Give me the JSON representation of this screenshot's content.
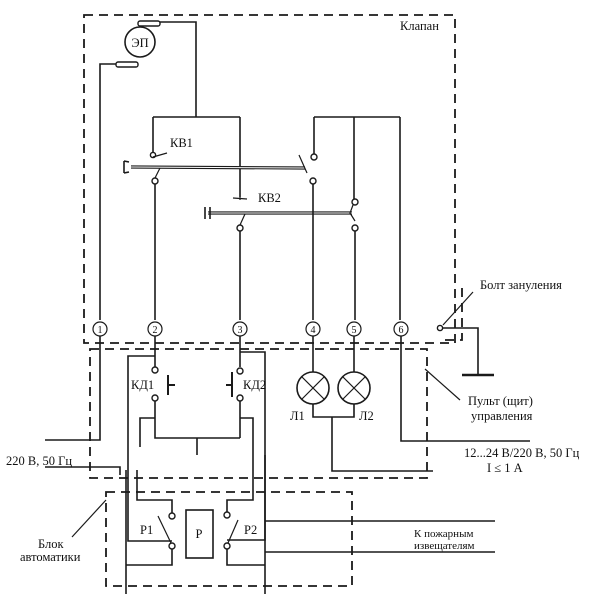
{
  "diagram": {
    "type": "electrical-schematic",
    "blocks": {
      "valve": "Клапан",
      "control_panel": "Пульт (щит)\nуправления",
      "control_panel_line1": "Пульт (щит)",
      "control_panel_line2": "управления",
      "automation_line1": "Блок",
      "automation_line2": "автоматики"
    },
    "components": {
      "motor": "ЭП",
      "limit_switch_1": "КВ1",
      "limit_switch_2": "КВ2",
      "button_1": "КД1",
      "button_2": "КД2",
      "lamp_1": "Л1",
      "lamp_2": "Л2",
      "relay_contact_1": "Р1",
      "relay": "Р",
      "relay_contact_2": "Р2"
    },
    "terminals": [
      "1",
      "2",
      "3",
      "4",
      "5",
      "6"
    ],
    "annotations": {
      "ground_bolt": "Болт зануления",
      "supply_main": "220 В, 50 Гц",
      "supply_signal": "12...24 В/220 В, 50 Гц",
      "current_limit": "I ≤ 1 А",
      "fire_detectors_line1": "К пожарным",
      "fire_detectors_line2": "извещателям"
    }
  }
}
